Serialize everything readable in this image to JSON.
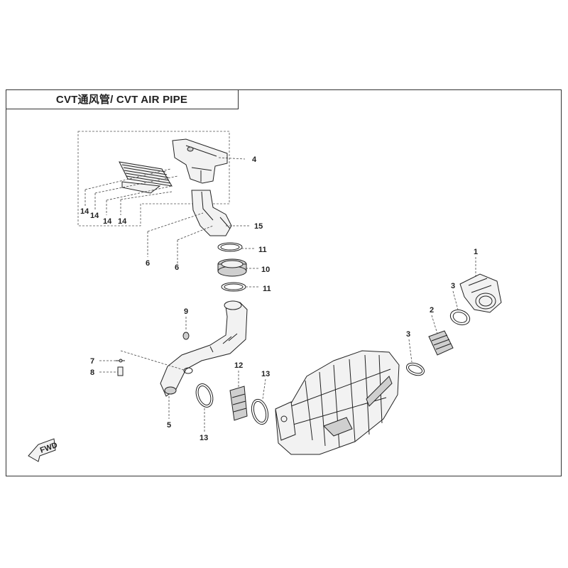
{
  "title": "CVT通风管/ CVT AIR PIPE",
  "fwd_label": "FWD",
  "callouts": {
    "c1": "1",
    "c2": "2",
    "c3a": "3",
    "c3b": "3",
    "c4": "4",
    "c5": "5",
    "c6a": "6",
    "c6b": "6",
    "c7": "7",
    "c8": "8",
    "c9": "9",
    "c10": "10",
    "c11a": "11",
    "c11b": "11",
    "c12": "12",
    "c13a": "13",
    "c13b": "13",
    "c14a": "14",
    "c14b": "14",
    "c14c": "14",
    "c14d": "14",
    "c15": "15"
  }
}
